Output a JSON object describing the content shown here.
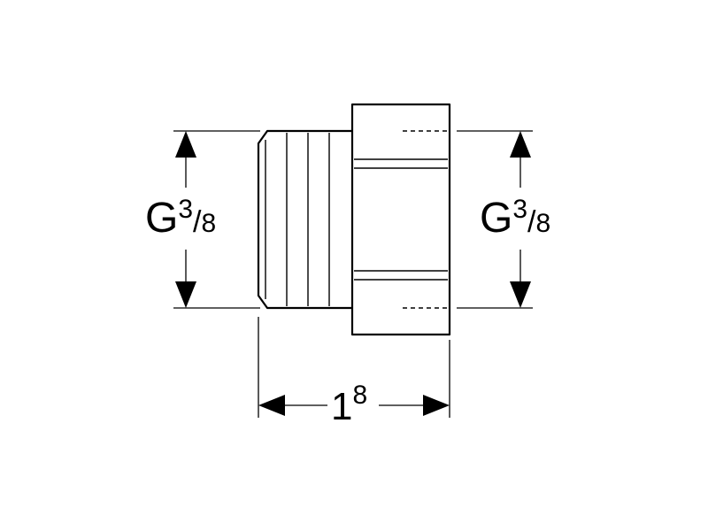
{
  "drawing": {
    "left_dimension": {
      "base": "G",
      "num": "3",
      "den": "8"
    },
    "right_dimension": {
      "base": "G",
      "num": "3",
      "den": "8"
    },
    "length_dimension": {
      "base": "1",
      "sup": "8"
    },
    "line_color": "#000000",
    "background": "#ffffff"
  }
}
